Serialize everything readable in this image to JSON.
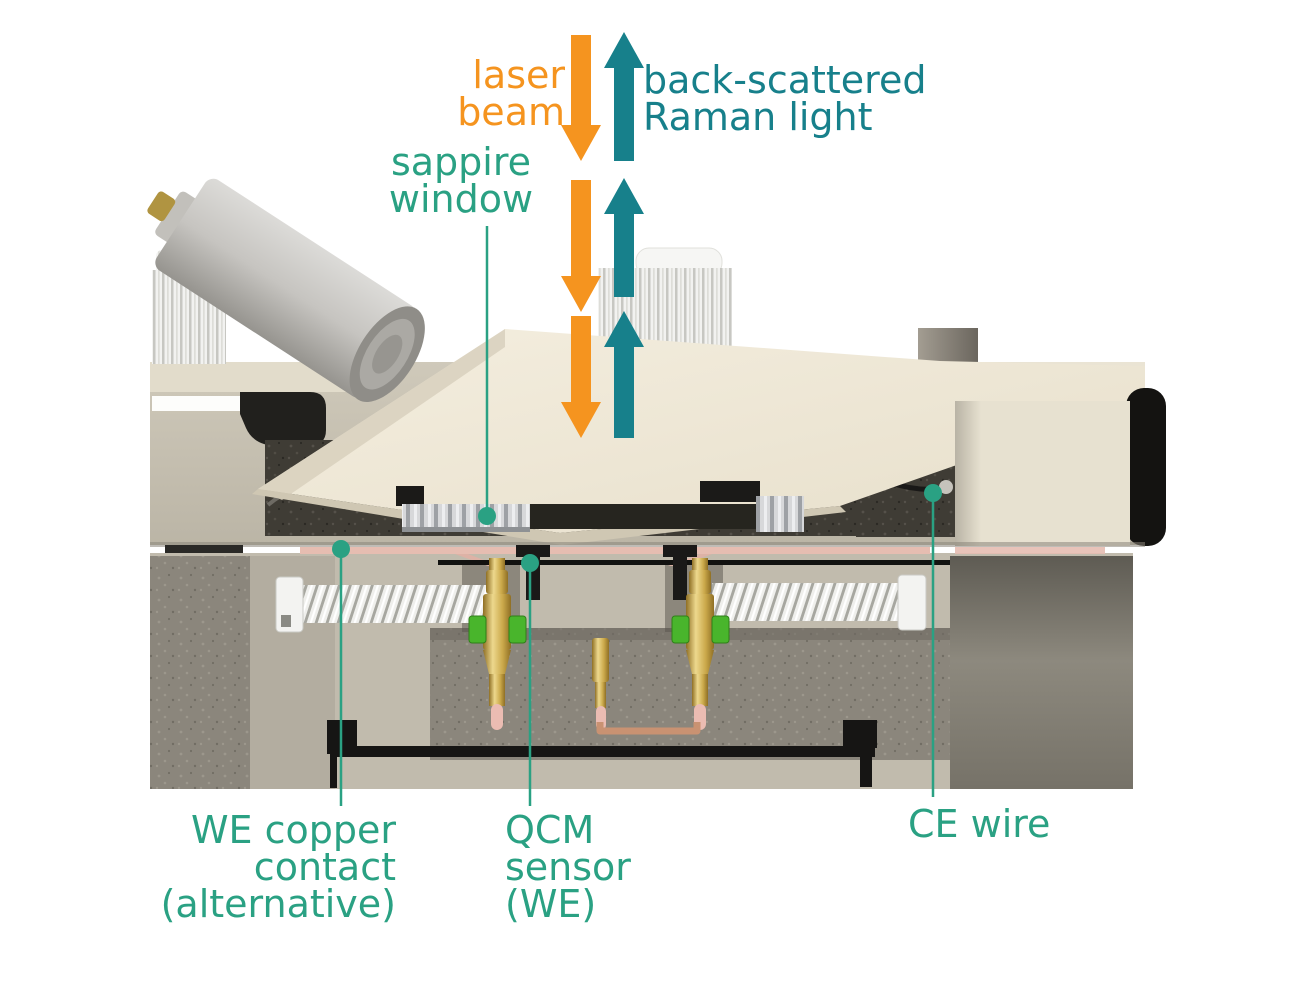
{
  "figure": {
    "background": "#ffffff",
    "annotations": {
      "laser_beam": {
        "text": "laser\nbeam",
        "color": "#F5941F",
        "align": "right"
      },
      "back_scattered": {
        "text": "back-scattered\nRaman light",
        "color": "#17808B",
        "align": "left"
      },
      "sapphire_window": {
        "text": "sappire\nwindow",
        "color": "#2AA183",
        "align": "center"
      },
      "we_copper_contactأ": {
        "text": "",
        "color": "#2AA183",
        "align": "right"
      },
      "we_copper_contact": {
        "text": "WE copper\ncontact\n(alternative)",
        "color": "#2AA183",
        "align": "right"
      },
      "qcm_sensor": {
        "text": "QCM\nsensor\n(WE)",
        "color": "#2AA183",
        "align": "left"
      },
      "ce_wire": {
        "text": "CE wire",
        "color": "#2AA183",
        "align": "left"
      }
    },
    "arrows": {
      "laser": {
        "direction": "down",
        "color": "#F5941F",
        "segments": 3
      },
      "raman": {
        "direction": "up",
        "color": "#17808B",
        "segments": 3
      }
    },
    "leader": {
      "color": "#2AA183"
    },
    "materials": {
      "body_beige": "#E9E3D2",
      "funnel_cream": "#F2ECDC",
      "cavity_dark": "#3F3C35",
      "gold_pin": "#D6BC6A",
      "collar_green": "#3DB32A",
      "copper_foil": "#E6BDB1",
      "window_silver": "#D7D8DA",
      "bracket_black": "#161514"
    }
  }
}
